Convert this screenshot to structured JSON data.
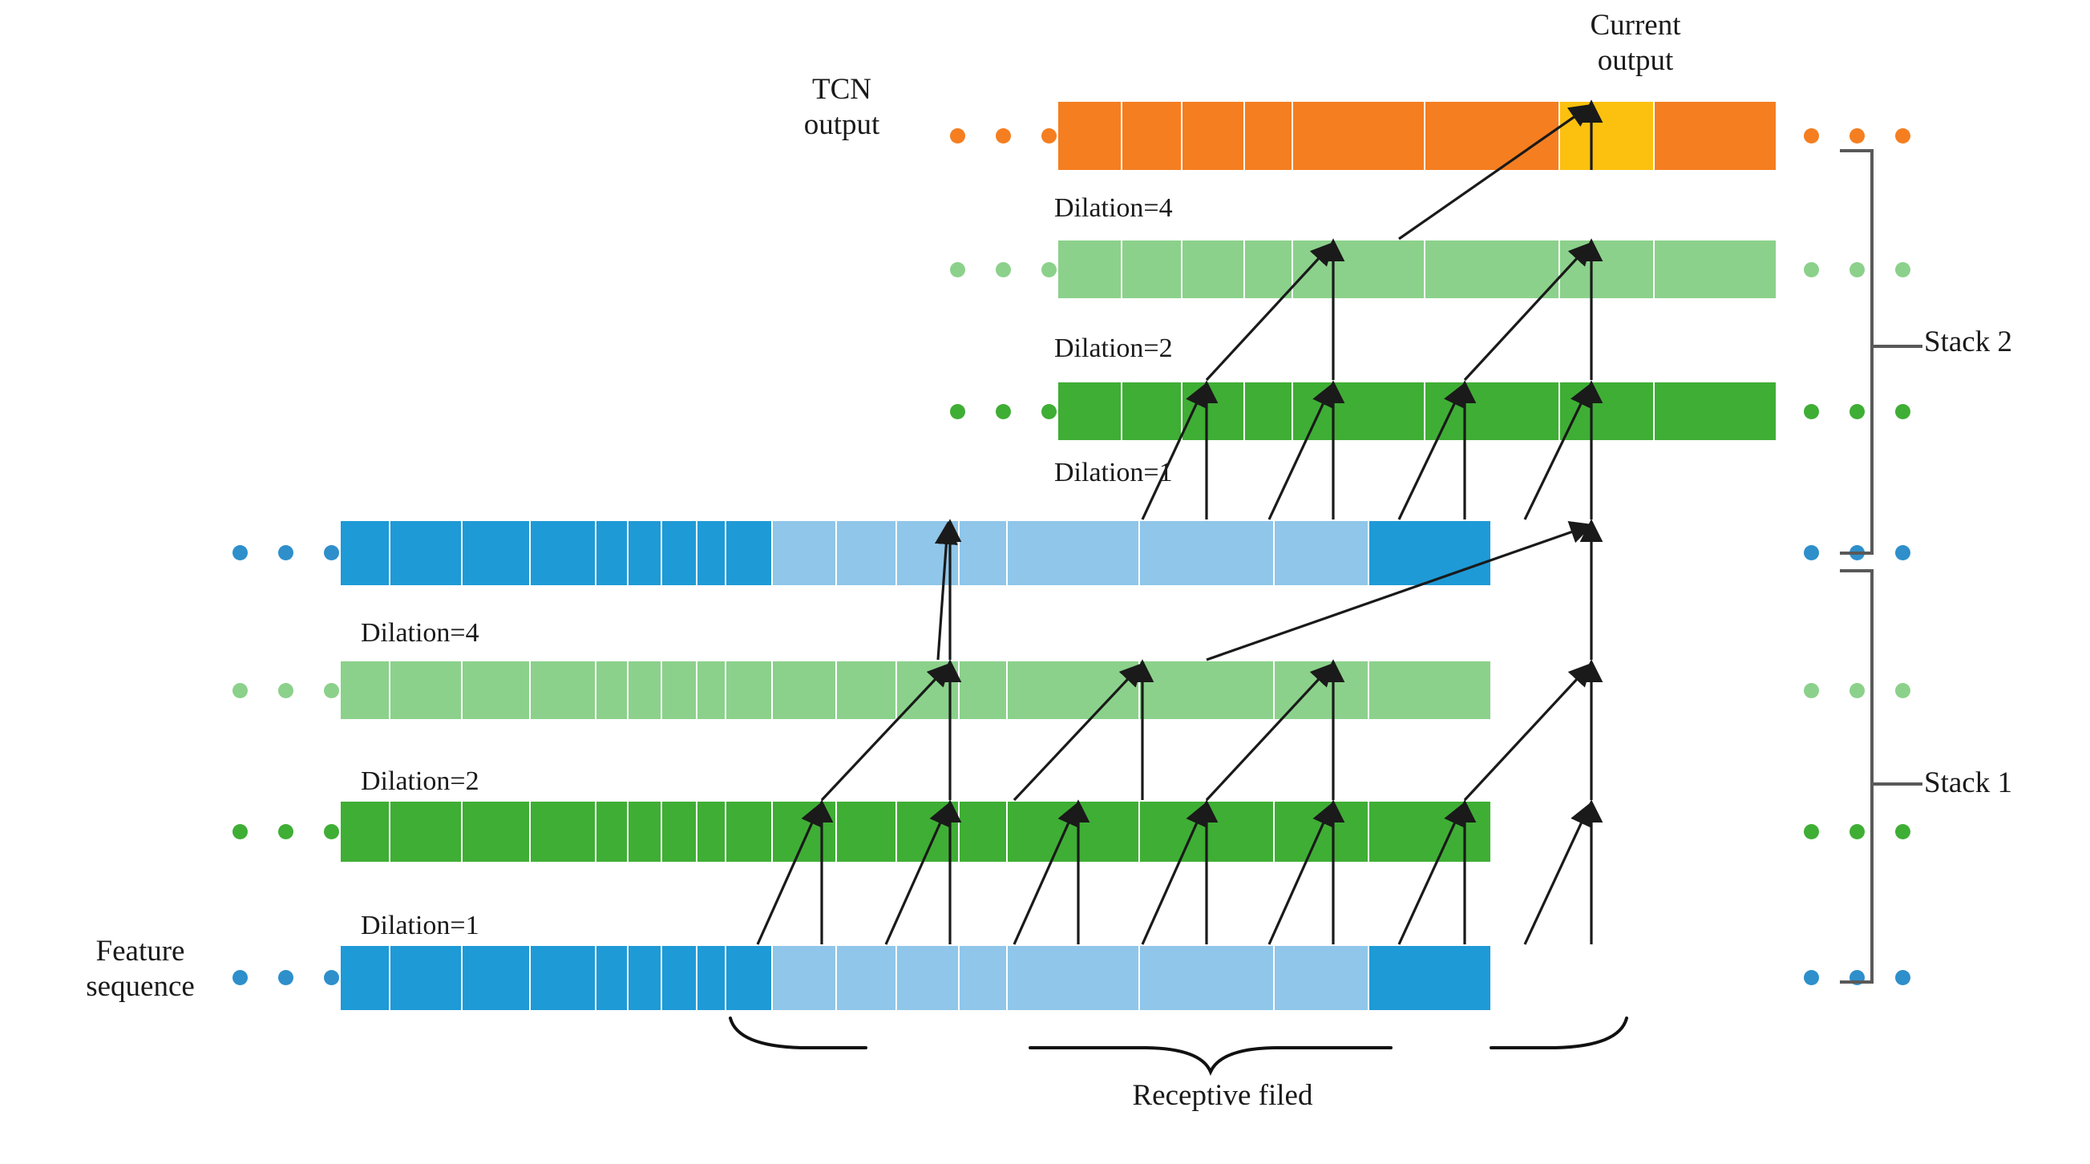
{
  "diagram": {
    "title_semantic": "Dilated Temporal Convolutional Network (TCN) architecture with two stacks",
    "labels": {
      "tcn_output": "TCN\noutput",
      "current_output": "Current\noutput",
      "feature_sequence": "Feature\nsequence",
      "receptive_field": "Receptive filed",
      "stack1": "Stack 1",
      "stack2": "Stack 2",
      "dilation1": "Dilation=1",
      "dilation2": "Dilation=2",
      "dilation4": "Dilation=4"
    },
    "colors": {
      "output_orange": "#F57E20",
      "current_output_yellow": "#FCC10F",
      "dilation4_light_green": "#8BD18B",
      "dilation2_green": "#3FAE35",
      "input_blue_dark": "#1E9AD6",
      "input_blue_light": "#8FC6E9",
      "brace_gray": "#595959",
      "arrow_black": "#1a1a1a",
      "background": "#FFFFFF"
    },
    "stacks": [
      {
        "name": "Stack 2",
        "layers": [
          {
            "name": "TCN output",
            "dilation": null,
            "color": "output_orange",
            "cells": 8,
            "highlight_index": 6
          },
          {
            "name": "Dilation=4",
            "dilation": 4,
            "color": "dilation4_light_green",
            "cells": 8
          },
          {
            "name": "Dilation=2",
            "dilation": 2,
            "color": "dilation2_green",
            "cells": 8
          },
          {
            "name": "Dilation=1",
            "dilation": 1,
            "color": "input_blue_light",
            "cells": 17
          }
        ]
      },
      {
        "name": "Stack 1",
        "layers": [
          {
            "name": "Dilation=4",
            "dilation": 4,
            "color": "dilation4_light_green",
            "cells": 17
          },
          {
            "name": "Dilation=2",
            "dilation": 2,
            "color": "dilation2_green",
            "cells": 17
          },
          {
            "name": "Feature sequence / Dilation=1",
            "dilation": 1,
            "color": "input_blue_light",
            "cells": 17
          }
        ]
      }
    ],
    "ellipsis_groups": [
      {
        "row": "tcn-output",
        "side": "left",
        "color": "output_orange",
        "count": 3
      },
      {
        "row": "tcn-output",
        "side": "right",
        "color": "output_orange",
        "count": 3
      },
      {
        "row": "s2-dil4",
        "side": "left",
        "color": "dilation4_light_green",
        "count": 3
      },
      {
        "row": "s2-dil4",
        "side": "right",
        "color": "dilation4_light_green",
        "count": 3
      },
      {
        "row": "s2-dil2",
        "side": "left",
        "color": "dilation2_green",
        "count": 3
      },
      {
        "row": "s2-dil2",
        "side": "right",
        "color": "dilation2_green",
        "count": 3
      },
      {
        "row": "s2-input",
        "side": "left",
        "color": "input_blue_dark",
        "count": 3
      },
      {
        "row": "s2-input",
        "side": "right",
        "color": "input_blue_dark",
        "count": 3
      },
      {
        "row": "s1-dil4",
        "side": "left",
        "color": "dilation4_light_green",
        "count": 3
      },
      {
        "row": "s1-dil4",
        "side": "right",
        "color": "dilation4_light_green",
        "count": 3
      },
      {
        "row": "s1-dil2",
        "side": "left",
        "color": "dilation2_green",
        "count": 3
      },
      {
        "row": "s1-dil2",
        "side": "right",
        "color": "dilation2_green",
        "count": 3
      },
      {
        "row": "s1-input",
        "side": "left",
        "color": "input_blue_dark",
        "count": 3
      },
      {
        "row": "s1-input",
        "side": "right",
        "color": "input_blue_dark",
        "count": 3
      }
    ],
    "receptive_field_segments": 3
  }
}
